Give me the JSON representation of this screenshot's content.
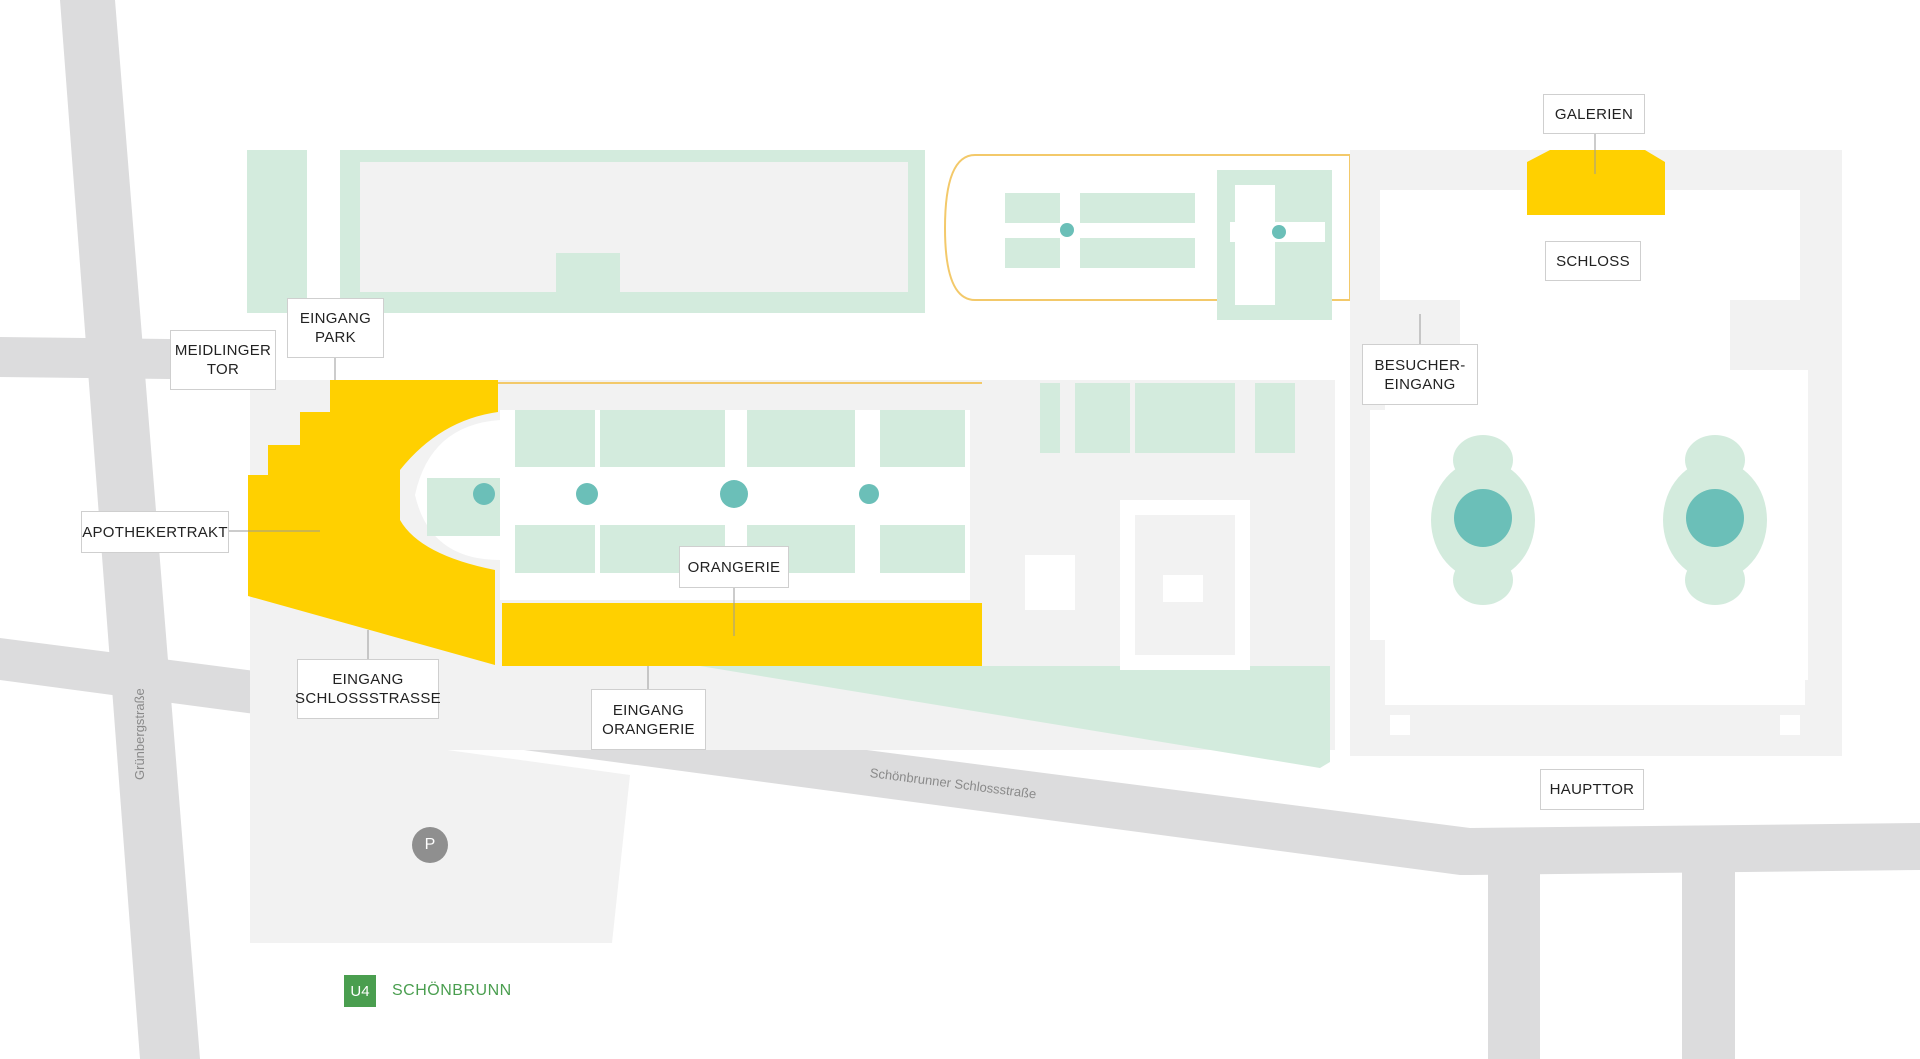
{
  "colors": {
    "road": "#dcdcdd",
    "block": "#f2f2f2",
    "garden": "#d3ebdd",
    "water": "#6bbfb8",
    "highlight": "#ffd000",
    "outline": "#f3c96a",
    "label_border": "#cfcfcf",
    "ubahn": "#4a9e4f",
    "parking": "#8f8f8f"
  },
  "labels": {
    "galerien": "GALERIEN",
    "schloss": "SCHLOSS",
    "eingang_park": "EINGANG\nPARK",
    "meidlinger_tor": "MEIDLINGER\nTOR",
    "besuchereingang": "BESUCHER-\nEINGANG",
    "apothekertrakt": "APOTHEKERTRAKT",
    "orangerie": "ORANGERIE",
    "eingang_schlossstrasse": "EINGANG\nSCHLOSSSTRASSE",
    "eingang_orangerie": "EINGANG\nORANGERIE",
    "haupttor": "HAUPTTOR"
  },
  "roads": {
    "schoenbrunner": "Schönbrunner Schlossstraße",
    "gruenberg": "Grünbergstraße"
  },
  "parking": {
    "icon": "parking-icon",
    "letter": "P"
  },
  "ubahn": {
    "line": "U4",
    "station": "SCHÖNBRUNN"
  }
}
